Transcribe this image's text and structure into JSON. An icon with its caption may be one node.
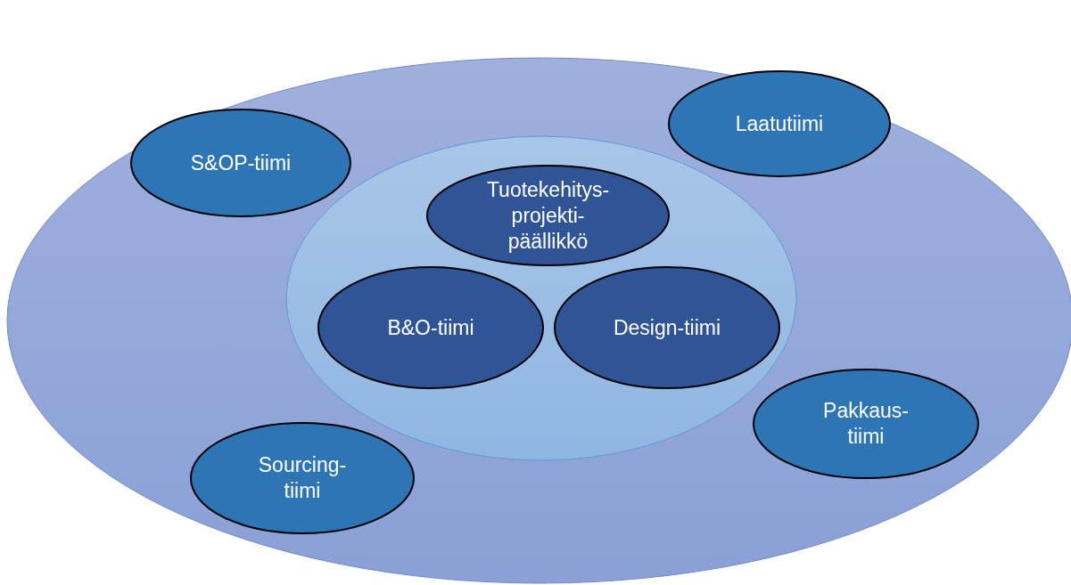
{
  "diagram": {
    "nodes": [
      {
        "text": [],
        "shape": "ellipse"
      },
      {
        "text": [],
        "shape": "ellipse",
        "in": 0
      },
      {
        "text": [
          "Tuotekehitys- projekti- päällikkö"
        ],
        "in": 1
      },
      {
        "text": [
          "B&O-tiimi"
        ],
        "in": 1
      },
      {
        "text": [
          "Design-tiimi"
        ],
        "in": 1
      },
      {
        "text": [
          "S&OP-tiimi"
        ],
        "in": 0
      },
      {
        "text": [
          "Laatutiimi"
        ],
        "in": 0
      },
      {
        "text": [
          "Pakkaus- tiimi"
        ],
        "in": 0
      },
      {
        "text": [
          "Sourcing- tiimi"
        ],
        "in": 0
      }
    ],
    "edges": []
  }
}
